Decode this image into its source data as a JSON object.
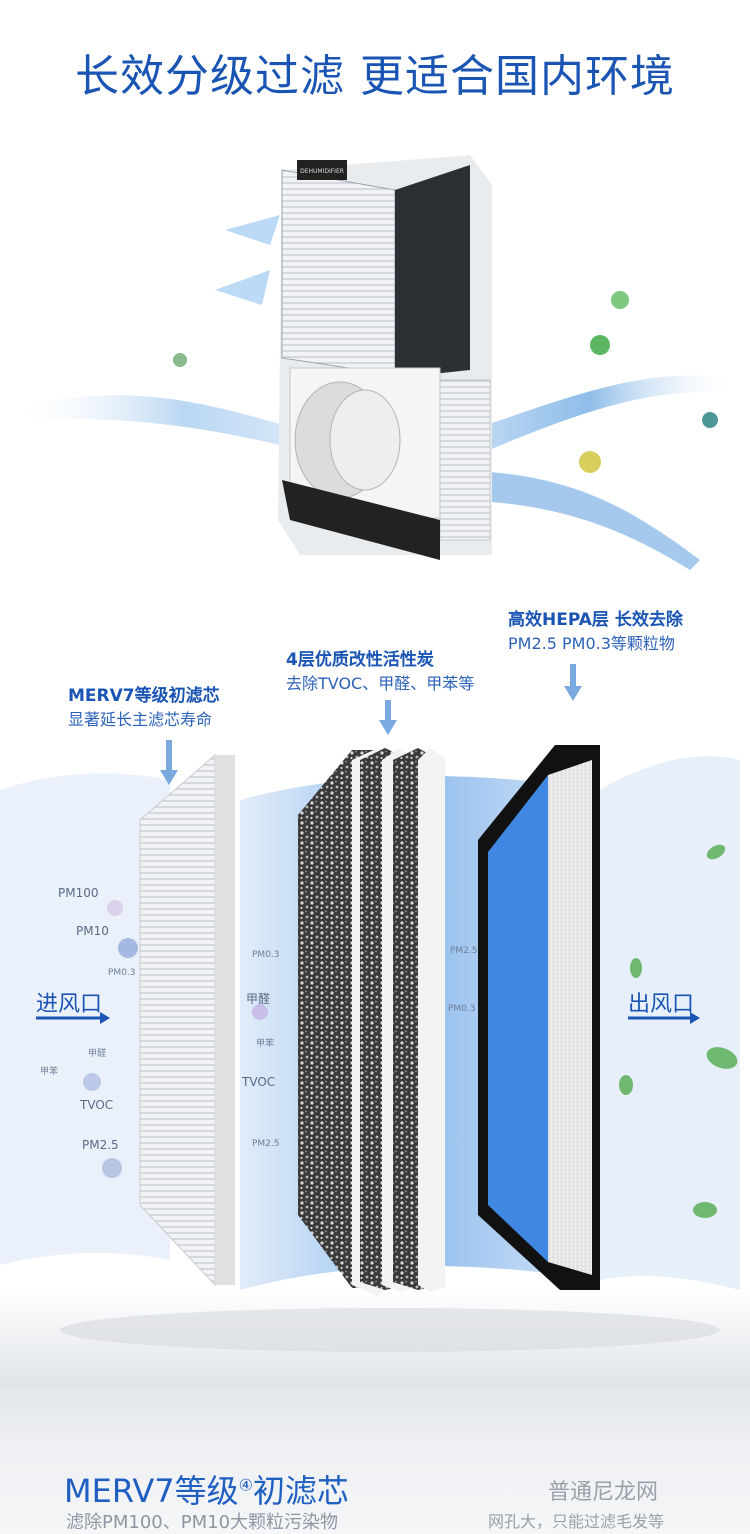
{
  "title": "长效分级过滤 更适合国内环境",
  "device": {
    "brand": "DEHUMIDIFIER"
  },
  "layers": {
    "merv": {
      "heading": "MERV7等级初滤芯",
      "desc": "显著延长主滤芯寿命"
    },
    "carbon": {
      "heading": "4层优质改性活性炭",
      "desc": "去除TVOC、甲醛、甲苯等"
    },
    "hepa": {
      "heading": "高效HEPA层 长效去除",
      "desc": "PM2.5  PM0.3等颗粒物"
    }
  },
  "flow": {
    "inlet": "进风口",
    "outlet": "出风口"
  },
  "pollutants_in": {
    "pm100": "PM100",
    "pm10": "PM10",
    "pm03": "PM0.3",
    "formaldehyde": "甲醛",
    "toluene": "甲苯",
    "tvoc": "TVOC",
    "pm25": "PM2.5"
  },
  "pollutants_mid": {
    "pm03": "PM0.3",
    "formaldehyde": "甲醛",
    "toluene": "甲苯",
    "tvoc": "TVOC",
    "pm25": "PM2.5"
  },
  "pollutants_hepa": {
    "pm25": "PM2.5",
    "pm03": "PM0.3"
  },
  "bottom": {
    "title": "MERV7等级",
    "note_mark": "④",
    "title_tail": "初滤芯",
    "subtitle": "滤除PM100、PM10大颗粒污染物",
    "compare_title": "普通尼龙网",
    "compare_sub": "网孔大，只能过滤毛发等"
  },
  "colors": {
    "brand_blue": "#1a55b4",
    "flow_blue": "#9cc7f2"
  }
}
